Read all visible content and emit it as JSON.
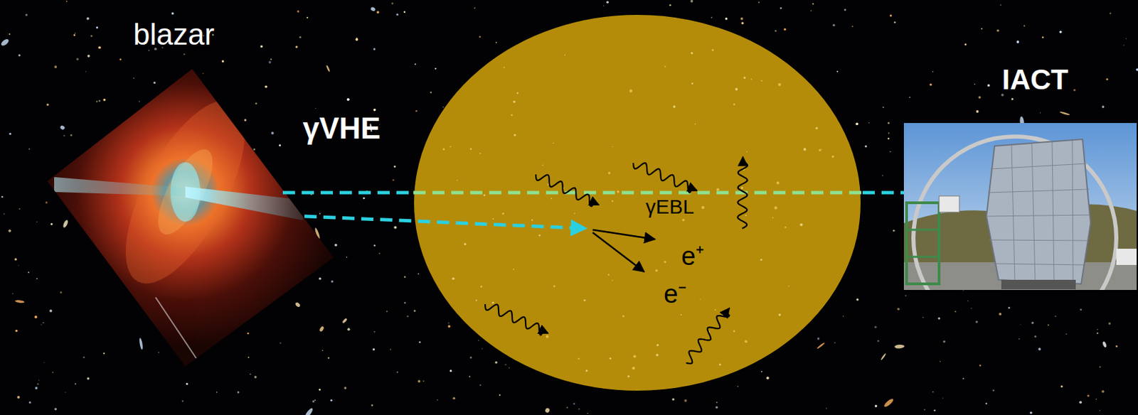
{
  "diagram": {
    "nodes": [
      {
        "text": [
          "γEBL",
          "e⁺",
          "e⁻"
        ]
      }
    ],
    "labels": [
      "blazar",
      "γVHE",
      "IACT"
    ]
  }
}
